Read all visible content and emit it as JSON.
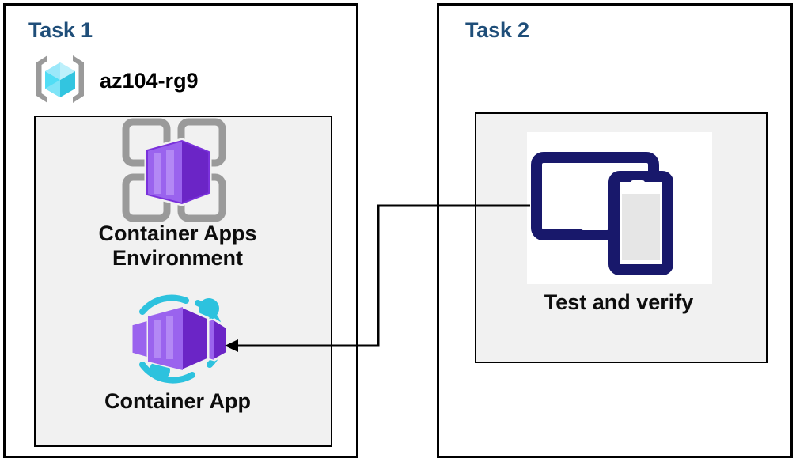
{
  "diagram": {
    "title_color": "#1F4E79",
    "background": "#ffffff",
    "group_fill": "#f1f1f1"
  },
  "task1": {
    "title": "Task 1",
    "resource_group": {
      "label": "az104-rg9",
      "icon": "resource-group-icon"
    },
    "nodes": [
      {
        "id": "container-apps-environment",
        "label": "Container Apps\nEnvironment",
        "icon": "container-apps-environment-icon"
      },
      {
        "id": "container-app",
        "label": "Container App",
        "icon": "container-app-icon"
      }
    ]
  },
  "task2": {
    "title": "Task 2",
    "nodes": [
      {
        "id": "test-and-verify",
        "label": "Test and verify",
        "icon": "devices-tablet-phone-icon"
      }
    ]
  },
  "connector": {
    "from": "test-and-verify",
    "to": "container-app",
    "arrow_direction": "left",
    "color": "#000000"
  }
}
